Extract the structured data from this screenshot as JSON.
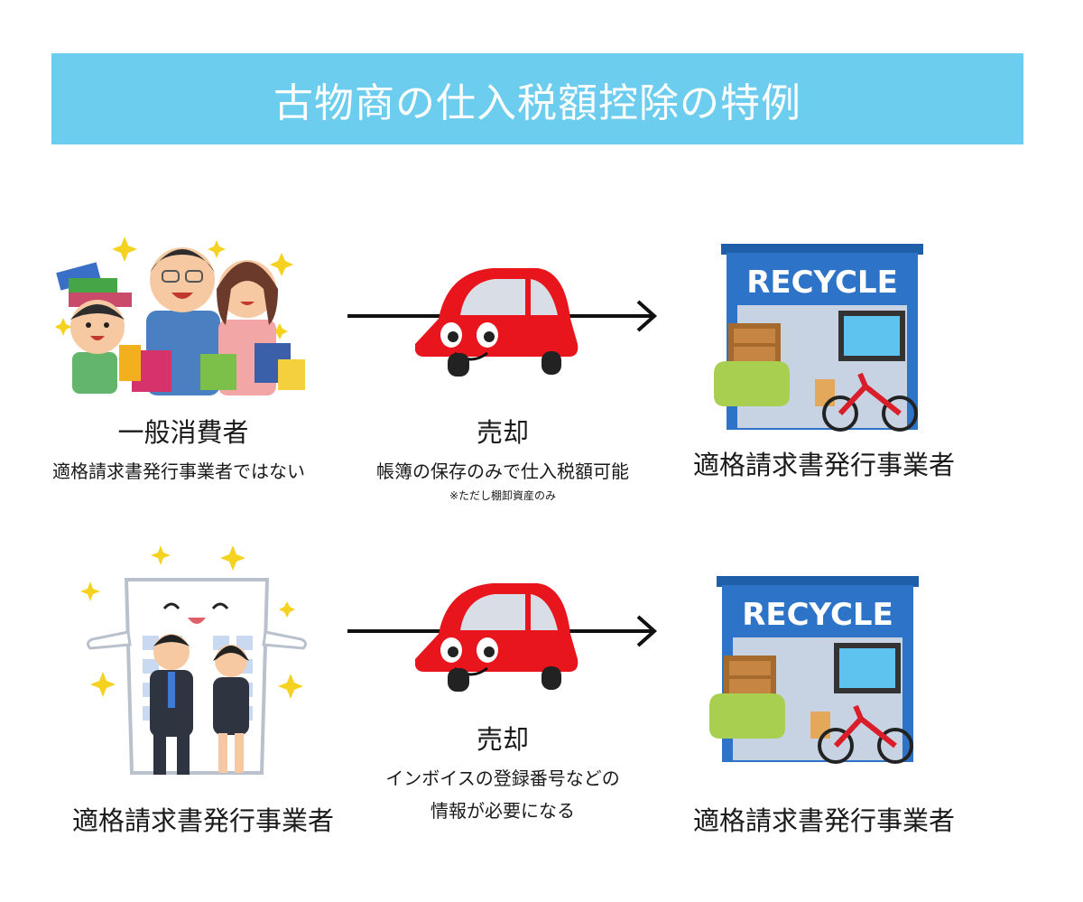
{
  "title": "古物商の仕入税額控除の特例",
  "row1": {
    "seller_label": "一般消費者",
    "seller_sub": "適格請求書発行事業者ではない",
    "action": "売却",
    "action_sub": "帳簿の保存のみで仕入税額可能",
    "note": "※ただし棚卸資産のみ",
    "buyer_label": "適格請求書発行事業者",
    "shop_sign": "RECYCLE"
  },
  "row2": {
    "seller_label": "適格請求書発行事業者",
    "action": "売却",
    "action_sub_line1": "インボイスの登録番号などの",
    "action_sub_line2": "情報が必要になる",
    "buyer_label": "適格請求書発行事業者",
    "shop_sign": "RECYCLE"
  },
  "colors": {
    "banner": "#6dcdee",
    "car": "#e8151d",
    "shop_blue": "#2d74c9",
    "sofa": "#a8cf4f",
    "bike": "#d91e2a"
  }
}
